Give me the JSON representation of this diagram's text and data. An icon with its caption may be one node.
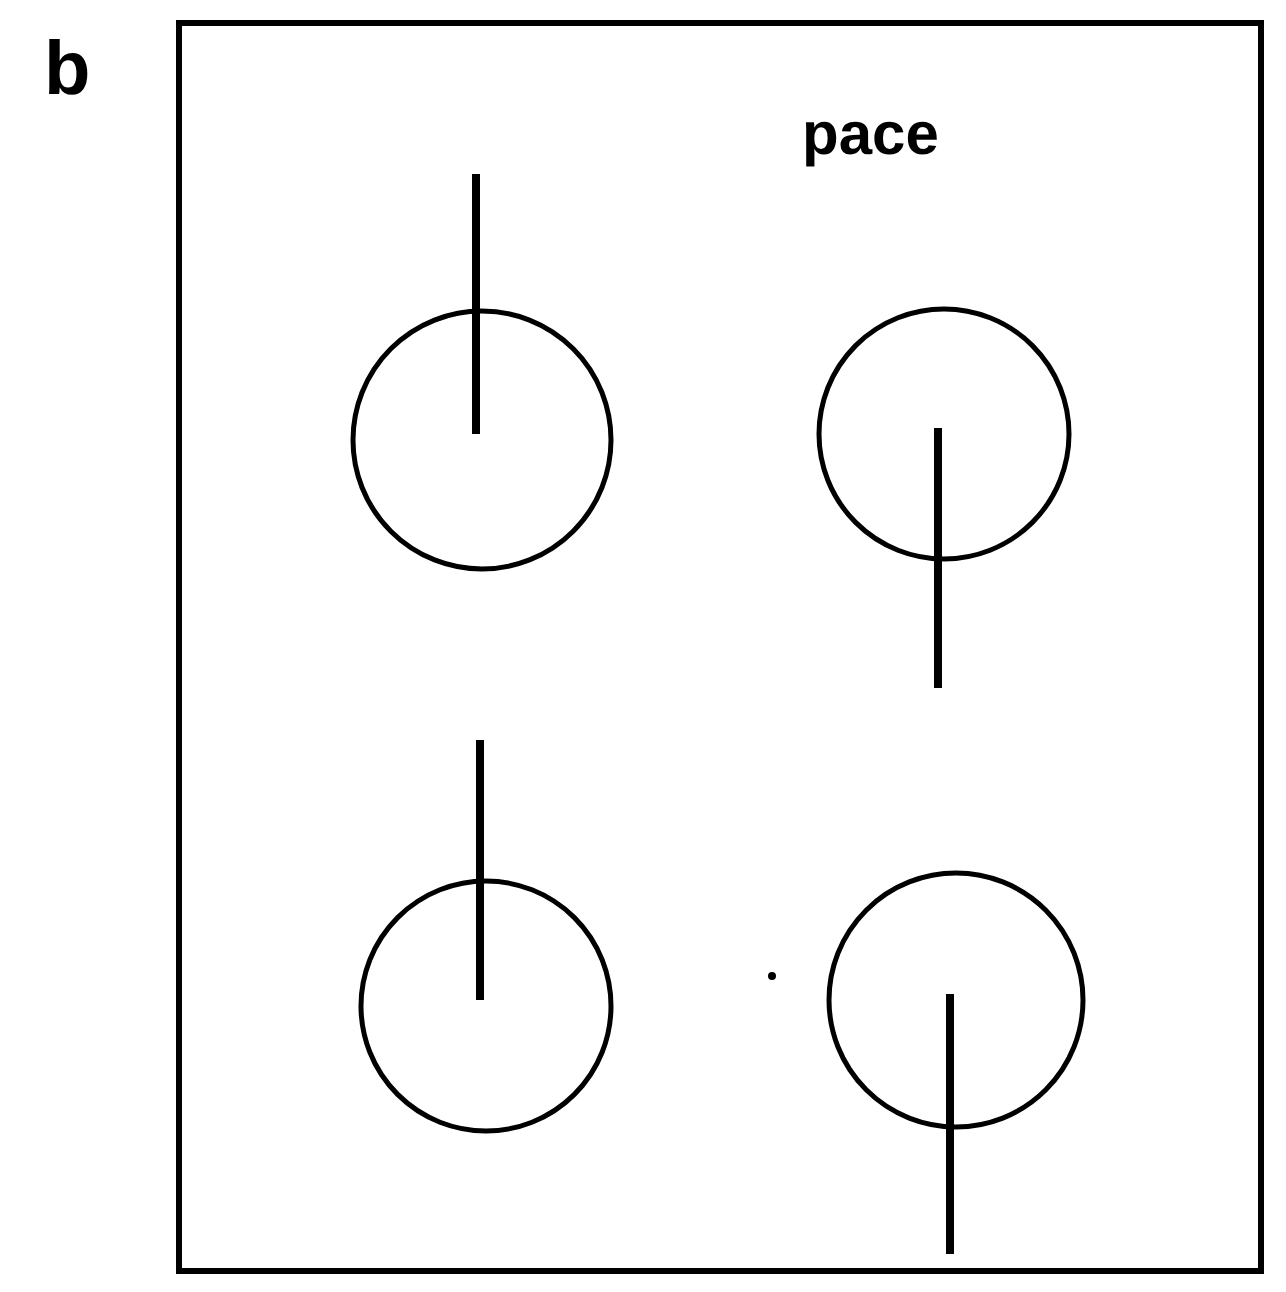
{
  "diagram": {
    "nodes": [
      {
        "text": [
          "pace"
        ]
      },
      {
        "text": [],
        "shape": "circle",
        "in": 0
      },
      {
        "text": [],
        "shape": "circle",
        "in": 0
      },
      {
        "text": [],
        "shape": "circle",
        "in": 0
      },
      {
        "text": [],
        "shape": "circle",
        "in": 0
      }
    ],
    "edges": [],
    "labels": [
      "b"
    ]
  }
}
